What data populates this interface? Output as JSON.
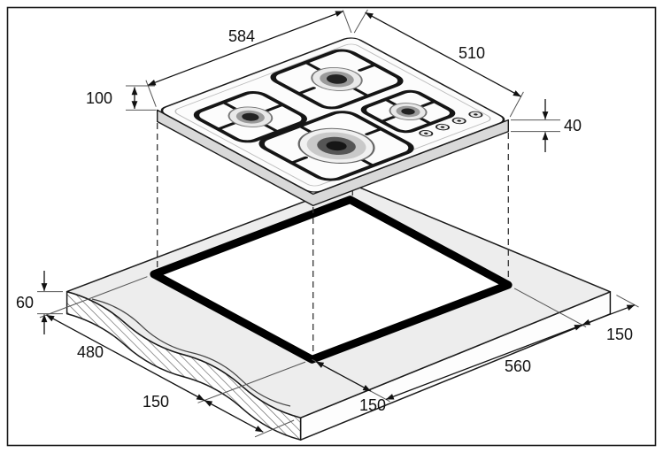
{
  "dimensions": {
    "hob_width": "584",
    "hob_depth": "510",
    "hob_height": "100",
    "hob_edge_thickness": "40",
    "worktop_thickness": "60",
    "cutout_depth": "480",
    "clearance_front_left": "150",
    "clearance_front": "150",
    "cutout_width": "560",
    "clearance_right": "150"
  }
}
